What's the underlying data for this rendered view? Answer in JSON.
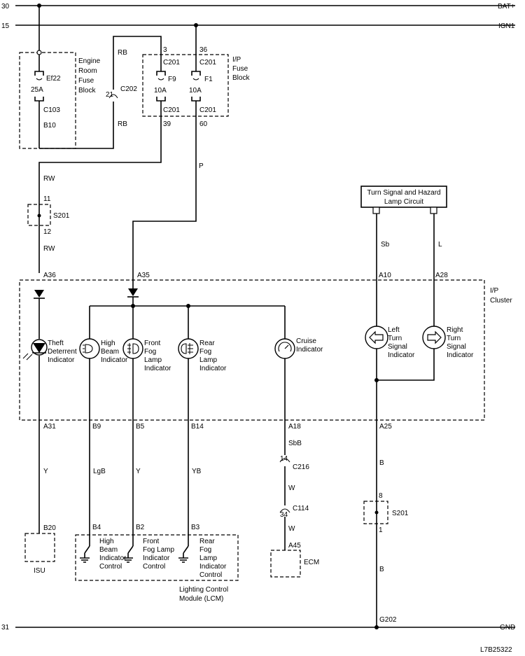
{
  "rails": {
    "bat_num": "30",
    "bat_label": "BAT+",
    "ign_num": "15",
    "ign_label": "IGN1",
    "gnd_num": "31",
    "gnd_label": "GND"
  },
  "engine_fuse_block": {
    "title_lines": [
      "Engine",
      "Room",
      "Fuse",
      "Block"
    ],
    "fuse_name": "Ef22",
    "fuse_rating": "25A",
    "conn_bottom": "C103",
    "pin_bottom": "B10"
  },
  "c202": {
    "label": "C202",
    "pin": "21"
  },
  "ip_fuse_block": {
    "title_lines": [
      "I/P",
      "Fuse",
      "Block"
    ],
    "f9": {
      "pin_top": "3",
      "conn_top": "C201",
      "name": "F9",
      "rating": "10A",
      "conn_bottom": "C201",
      "pin_bottom": "39"
    },
    "f1": {
      "pin_top": "36",
      "conn_top": "C201",
      "name": "F1",
      "rating": "10A",
      "conn_bottom": "C201",
      "pin_bottom": "60"
    }
  },
  "wires": {
    "rb_top": "RB",
    "rb_mid": "RB",
    "rw_top": "RW",
    "p": "P",
    "rw_mid": "RW",
    "sb": "Sb",
    "l": "L",
    "y_isu": "Y",
    "lgb": "LgB",
    "y_front": "Y",
    "yb": "YB",
    "sbb": "SbB",
    "w1": "W",
    "w2": "W",
    "b1": "B",
    "b2": "B"
  },
  "s201_top": {
    "label": "S201",
    "pin_in": "11",
    "pin_out": "12"
  },
  "turn_signal_box": {
    "lines": [
      "Turn Signal and Hazard",
      "Lamp Circuit"
    ]
  },
  "cluster": {
    "title_lines": [
      "I/P",
      "Cluster"
    ],
    "pins_top": {
      "a36": "A36",
      "a35": "A35",
      "a10": "A10",
      "a28": "A28"
    },
    "pins_bottom": {
      "a31": "A31",
      "b9": "B9",
      "b5": "B5",
      "b14": "B14",
      "a18": "A18",
      "a25": "A25"
    },
    "indicators": {
      "theft": [
        "Theft",
        "Deterrent",
        "Indicator"
      ],
      "high_beam": [
        "High",
        "Beam",
        "Indicator"
      ],
      "front_fog": [
        "Front",
        "Fog",
        "Lamp",
        "Indicator"
      ],
      "rear_fog": [
        "Rear",
        "Fog",
        "Lamp",
        "Indicator"
      ],
      "cruise": [
        "Cruise",
        "Indicator"
      ],
      "left_turn": [
        "Left",
        "Turn",
        "Signal",
        "Indicator"
      ],
      "right_turn": [
        "Right",
        "Turn",
        "Signal",
        "Indicator"
      ]
    }
  },
  "c216": {
    "label": "C216",
    "pin": "14"
  },
  "c114": {
    "label": "C114",
    "pin": "34"
  },
  "s201_bottom": {
    "label": "S201",
    "pin_in": "8",
    "pin_out": "1"
  },
  "isu": {
    "label": "ISU",
    "pin": "B20"
  },
  "lcm": {
    "pins": {
      "b4": "B4",
      "b2": "B2",
      "b3": "B3"
    },
    "controls": {
      "high_beam": [
        "High",
        "Beam",
        "Indicator",
        "Control"
      ],
      "front_fog": [
        "Front",
        "Fog Lamp",
        "Indicator",
        "Control"
      ],
      "rear_fog": [
        "Rear",
        "Fog",
        "Lamp",
        "Indicator",
        "Control"
      ]
    },
    "title_lines": [
      "Lighting Control",
      "Module (LCM)"
    ]
  },
  "ecm": {
    "label": "ECM",
    "pin": "A45"
  },
  "ground": {
    "label": "G202"
  },
  "figure_code": "L7B25322"
}
